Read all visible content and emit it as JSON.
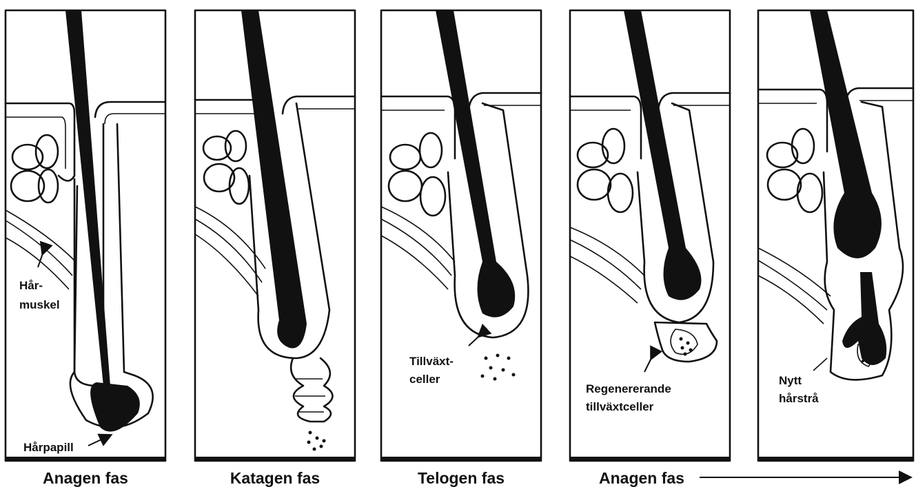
{
  "diagram": {
    "panels": [
      {
        "caption": "Anagen fas",
        "labels": [
          "Hår-",
          "muskel",
          "Hårpapill"
        ]
      },
      {
        "caption": "Katagen fas",
        "labels": []
      },
      {
        "caption": "Telogen fas",
        "labels": [
          "Tillväxt-",
          "celler"
        ]
      },
      {
        "caption": "Anagen fas",
        "labels": [
          "Regenererande",
          "tillväxtceller"
        ]
      },
      {
        "caption": "",
        "labels": [
          "Nytt",
          "hårstrå"
        ]
      }
    ],
    "arrow": "continuation-arrow"
  }
}
